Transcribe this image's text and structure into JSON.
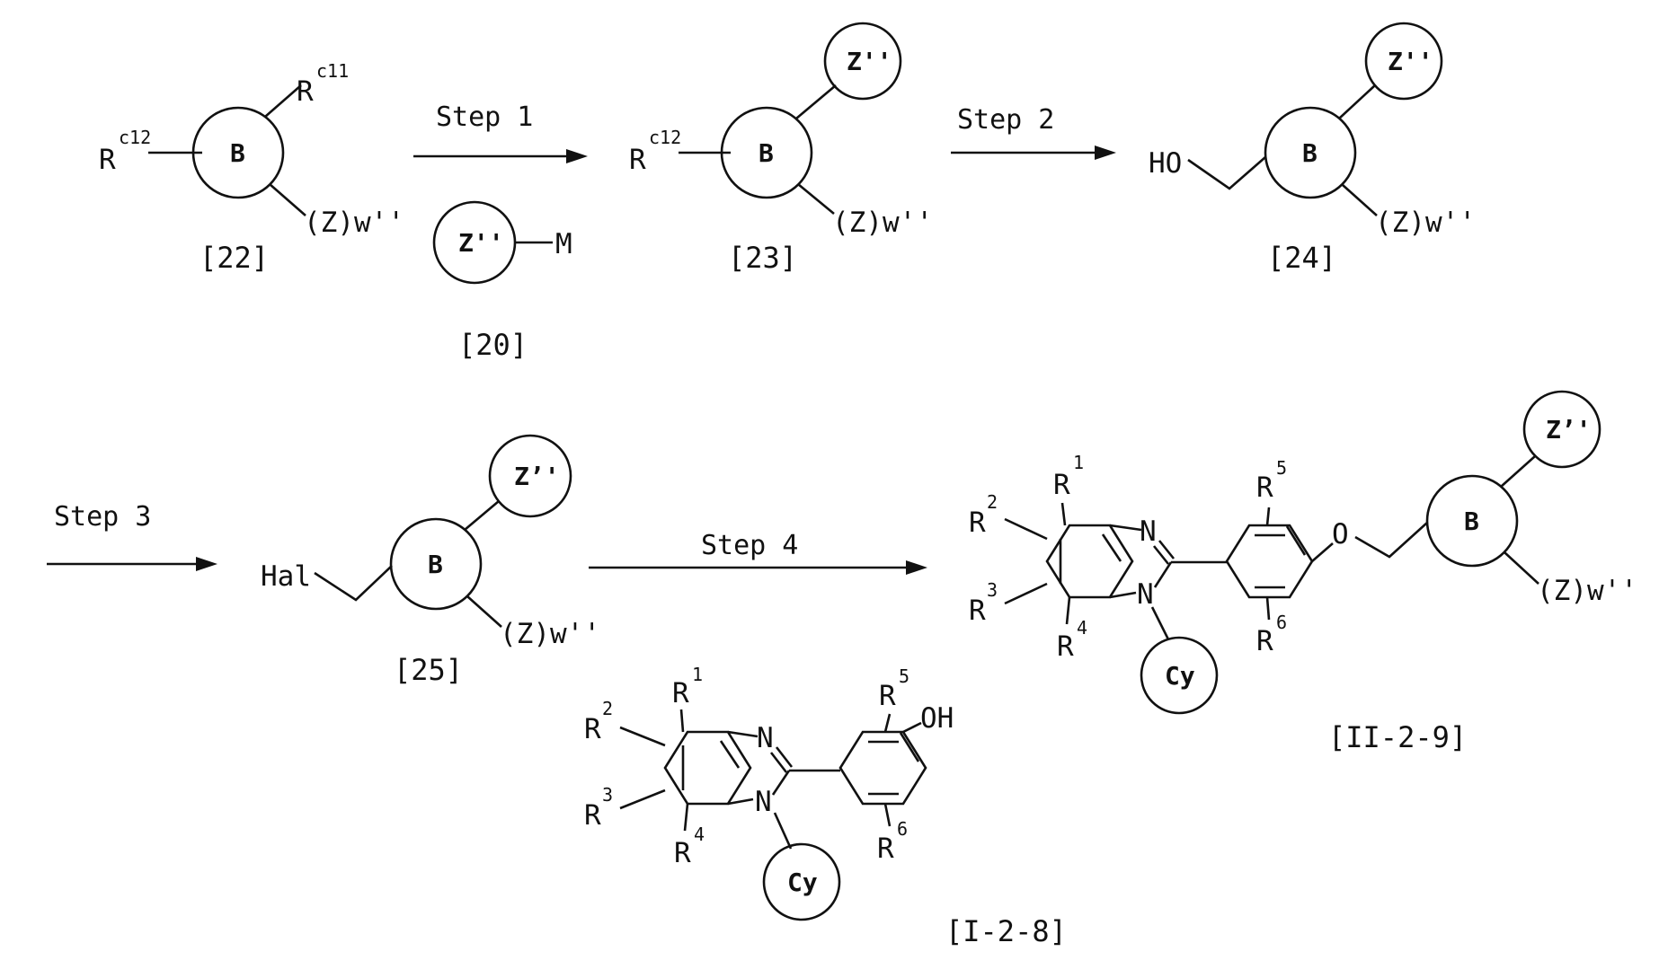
{
  "labels": {
    "rc12": "R",
    "rc12_sup": "c12",
    "rc11": "R",
    "rc11_sup": "c11",
    "ring_b": "B",
    "z_double_prime": "Z''",
    "z_prime_double": "Z’'",
    "zw": "(Z)w''",
    "metal": "M",
    "ho": "HO",
    "hal": "Hal",
    "o": "O",
    "oh": "OH",
    "n": "N",
    "cy": "Cy",
    "r": "R",
    "sup_1": "1",
    "sup_2": "2",
    "sup_3": "3",
    "sup_4": "4",
    "sup_5": "5",
    "sup_6": "6"
  },
  "steps": {
    "step1": "Step 1",
    "step2": "Step 2",
    "step3": "Step 3",
    "step4": "Step 4"
  },
  "compounds": {
    "c22": "[22]",
    "c20": "[20]",
    "c23": "[23]",
    "c24": "[24]",
    "c25": "[25]",
    "c128": "[I-2-8]",
    "c129": "[II-2-9]"
  }
}
